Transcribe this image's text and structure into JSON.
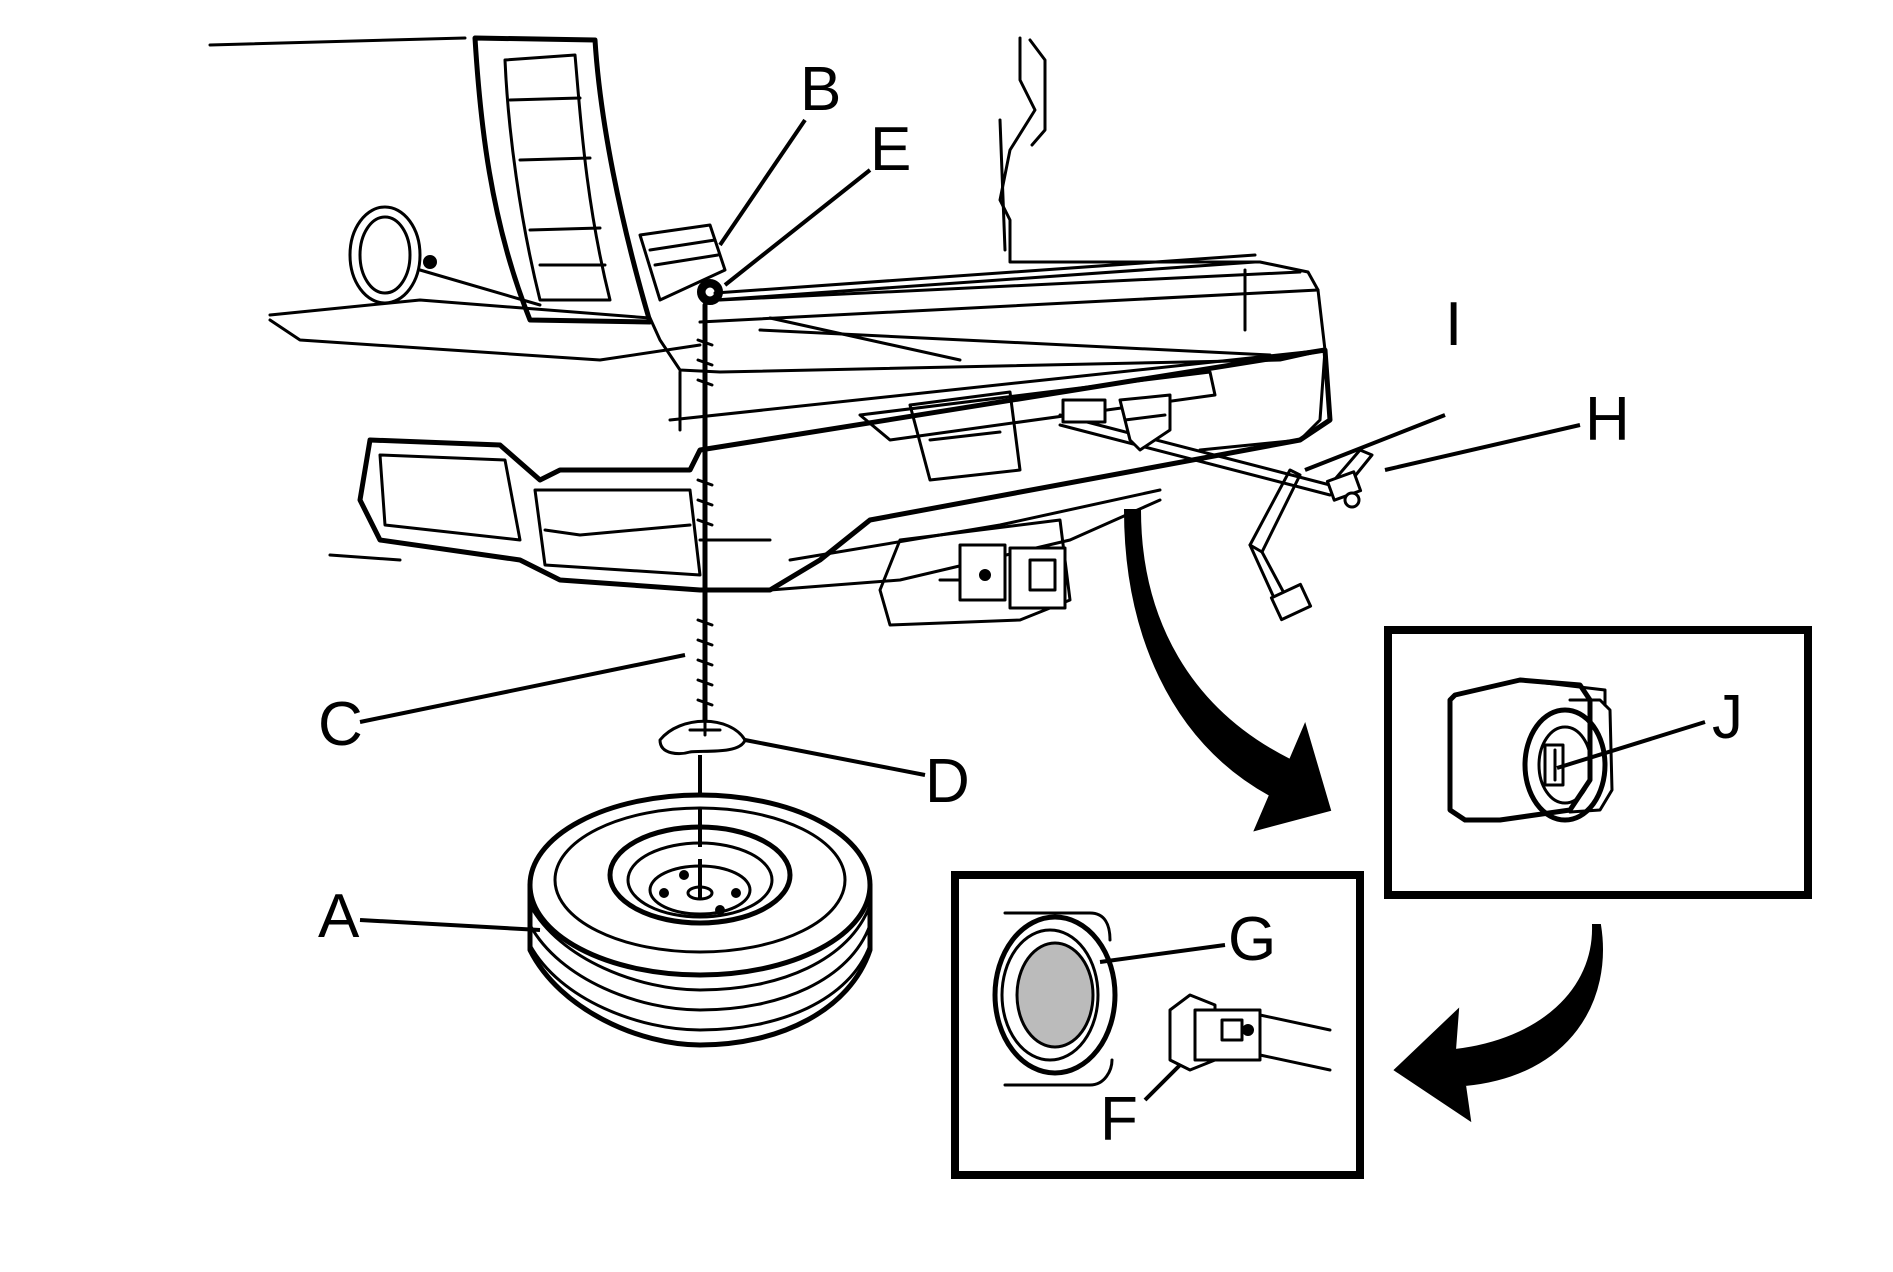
{
  "diagram": {
    "callouts": {
      "a": "A",
      "b": "B",
      "c": "C",
      "d": "D",
      "e": "E",
      "f": "F",
      "g": "G",
      "h": "H",
      "i": "I",
      "j": "J"
    },
    "colors": {
      "ink": "#000000",
      "paper": "#ffffff"
    }
  }
}
